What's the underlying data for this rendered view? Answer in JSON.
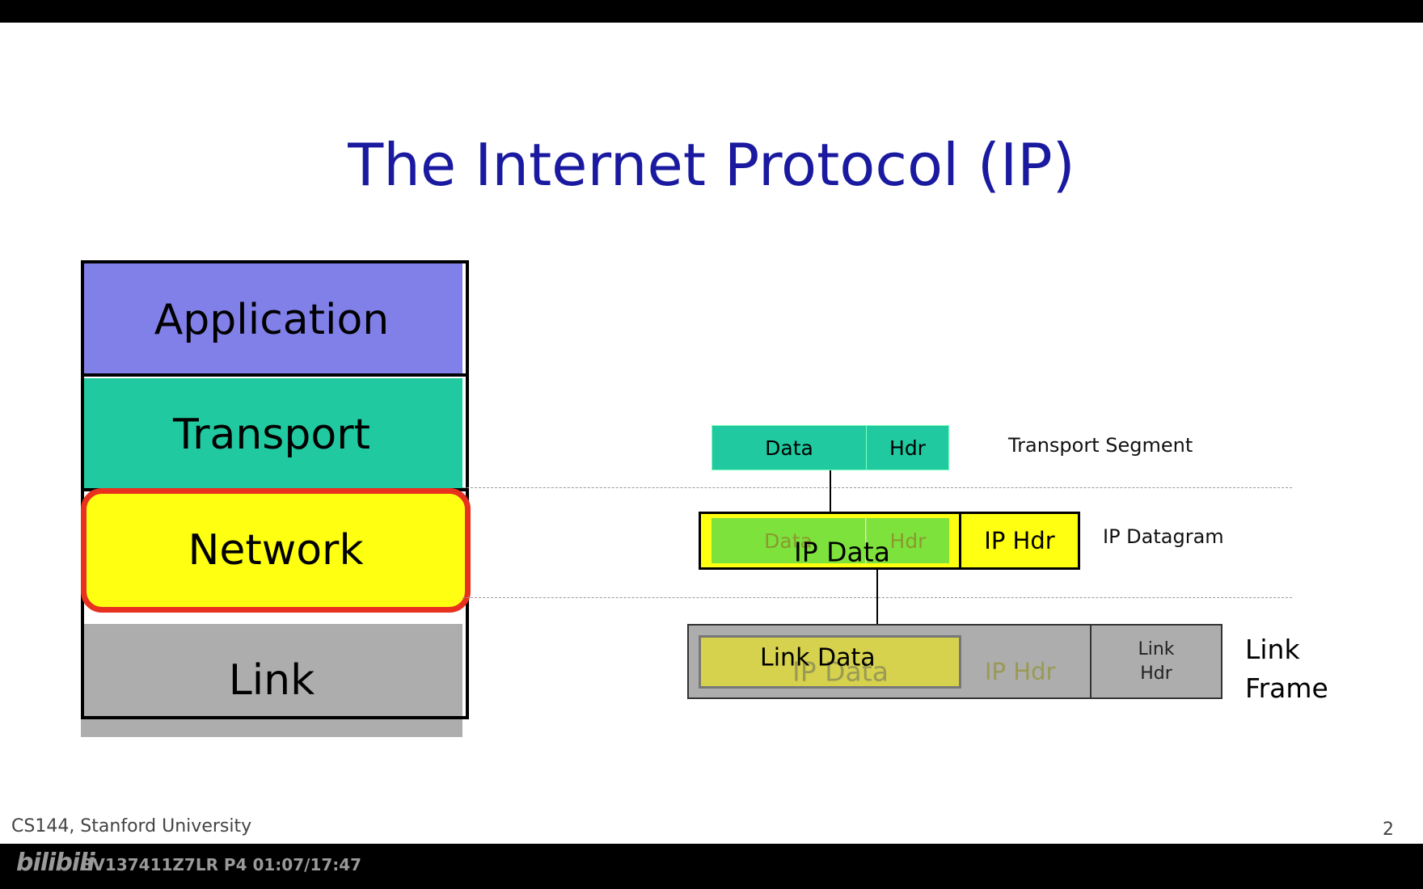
{
  "slide": {
    "title": "The Internet Protocol (IP)",
    "layers": [
      {
        "label": "Application",
        "color": "#8080e8"
      },
      {
        "label": "Transport",
        "color": "#20c9a0"
      },
      {
        "label": "Network",
        "color": "#ffff11",
        "highlight": "#e8311f"
      },
      {
        "label": "Link",
        "color": "#adadad"
      }
    ],
    "transport_segment": {
      "data_label": "Data",
      "hdr_label": "Hdr",
      "caption": "Transport Segment"
    },
    "ip_datagram": {
      "ghost_data_label": "Data",
      "ghost_hdr_label": "Hdr",
      "data_label": "IP Data",
      "hdr_label": "IP Hdr",
      "caption": "IP Datagram"
    },
    "link_frame": {
      "ghost_data_label": "IP Data",
      "ghost_hdr_label": "IP Hdr",
      "data_label": "Link Data",
      "hdr_label_line1": "Link",
      "hdr_label_line2": "Hdr",
      "caption_line1": "Link",
      "caption_line2": "Frame"
    },
    "footer_left": "CS144, Stanford University",
    "page_number": "2"
  },
  "player": {
    "logo": "bilibili",
    "video_info": "BV137411Z7LR P4 01:07/17:47"
  },
  "colors": {
    "title": "#1a1aa0",
    "transport": "#20c9a0",
    "network": "#ffff11",
    "link": "#adadad",
    "highlight": "#e8311f"
  }
}
